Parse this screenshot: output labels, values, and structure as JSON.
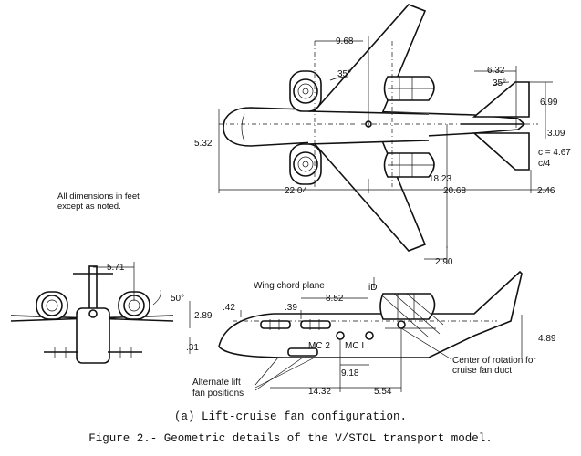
{
  "top_view": {
    "dims": {
      "wing_le_station": "9.68",
      "wing_sweep": "35°",
      "tail_sweep": "35°",
      "tail_le_station": "6.32",
      "tail_span_half": "6.99",
      "tail_root_offset": "3.09",
      "tail_chord": "c = 4.67",
      "quarter_chord": "c/4",
      "fuselage_width": "5.32",
      "engine_span": "18.23",
      "nose_to_wing": "22.04",
      "wing_to_tail": "20.68",
      "tail_extension": "2.46",
      "wing_tip_offset": "2.90"
    }
  },
  "note": {
    "line1": "All dimensions in feet",
    "line2": "except as noted."
  },
  "front_view": {
    "dims": {
      "fan_spacing": "5.71",
      "fan_angle": "50°",
      "fan_height": "2.89",
      "pod_offset": ".31"
    }
  },
  "side_view": {
    "labels": {
      "wing_chord_plane": "Wing chord plane",
      "i_d": "iD",
      "mc2": "MC 2",
      "mc1": "MC I",
      "center_rotation_1": "Center of rotation for",
      "center_rotation_2": "cruise fan duct",
      "alt_lift_1": "Alternate lift",
      "alt_lift_2": "fan positions"
    },
    "dims": {
      "nose_height": ".42",
      "fan_offset": ".39",
      "mc_spacing": "8.52",
      "tail_height": "4.89",
      "mc_to_fan": "9.18",
      "nose_to_mc": "14.32",
      "mc_to_pivot": "5.54"
    }
  },
  "captions": {
    "sub": "(a) Lift-cruise fan configuration.",
    "main": "Figure 2.- Geometric details of the V/STOL transport model."
  }
}
